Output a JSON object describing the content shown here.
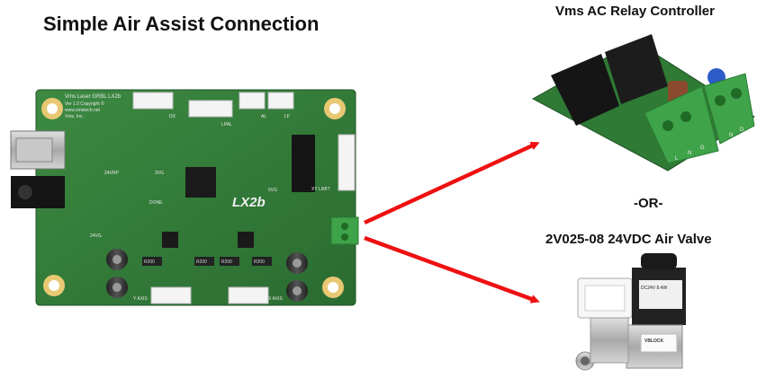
{
  "diagram": {
    "title": "Simple Air Assist Connection",
    "relay_title": "Vms AC Relay Controller",
    "or_text": "-OR-",
    "valve_title": "2V025-08 24VDC Air Valve"
  },
  "board": {
    "brand_line1": "Vms Laser GRBL LX2b",
    "brand_line2": "Ver 1.0  Copyright ©",
    "brand_line3": "www.vmstech.net",
    "brand_line4": "Vms, Inc.",
    "name": "LX2b",
    "label_24vrp": "24VRP",
    "label_3vg": "3VG",
    "label_done": "DONE",
    "label_5vg": "5VG",
    "label_24vg": "24VG",
    "label_dx": "DX",
    "label_lpal": "LPAL",
    "label_al": "AL",
    "label_lf": "LF",
    "label_xy_limit": "XY LIMIT",
    "label_y_axis": "Y AXIS",
    "label_x_axis": "X AXIS",
    "label_r200": "R200"
  },
  "relay": {
    "terminal_labels": [
      "L",
      "N",
      "G",
      "N",
      "D"
    ]
  },
  "valve": {
    "brand": "VBLOCK",
    "coil_text": "DC24V   8.4W"
  },
  "colors": {
    "arrow": "#ee1111",
    "pcb": "#2f7a35",
    "terminal": "#3fa34a",
    "relay_block": "#1a1a1a"
  }
}
